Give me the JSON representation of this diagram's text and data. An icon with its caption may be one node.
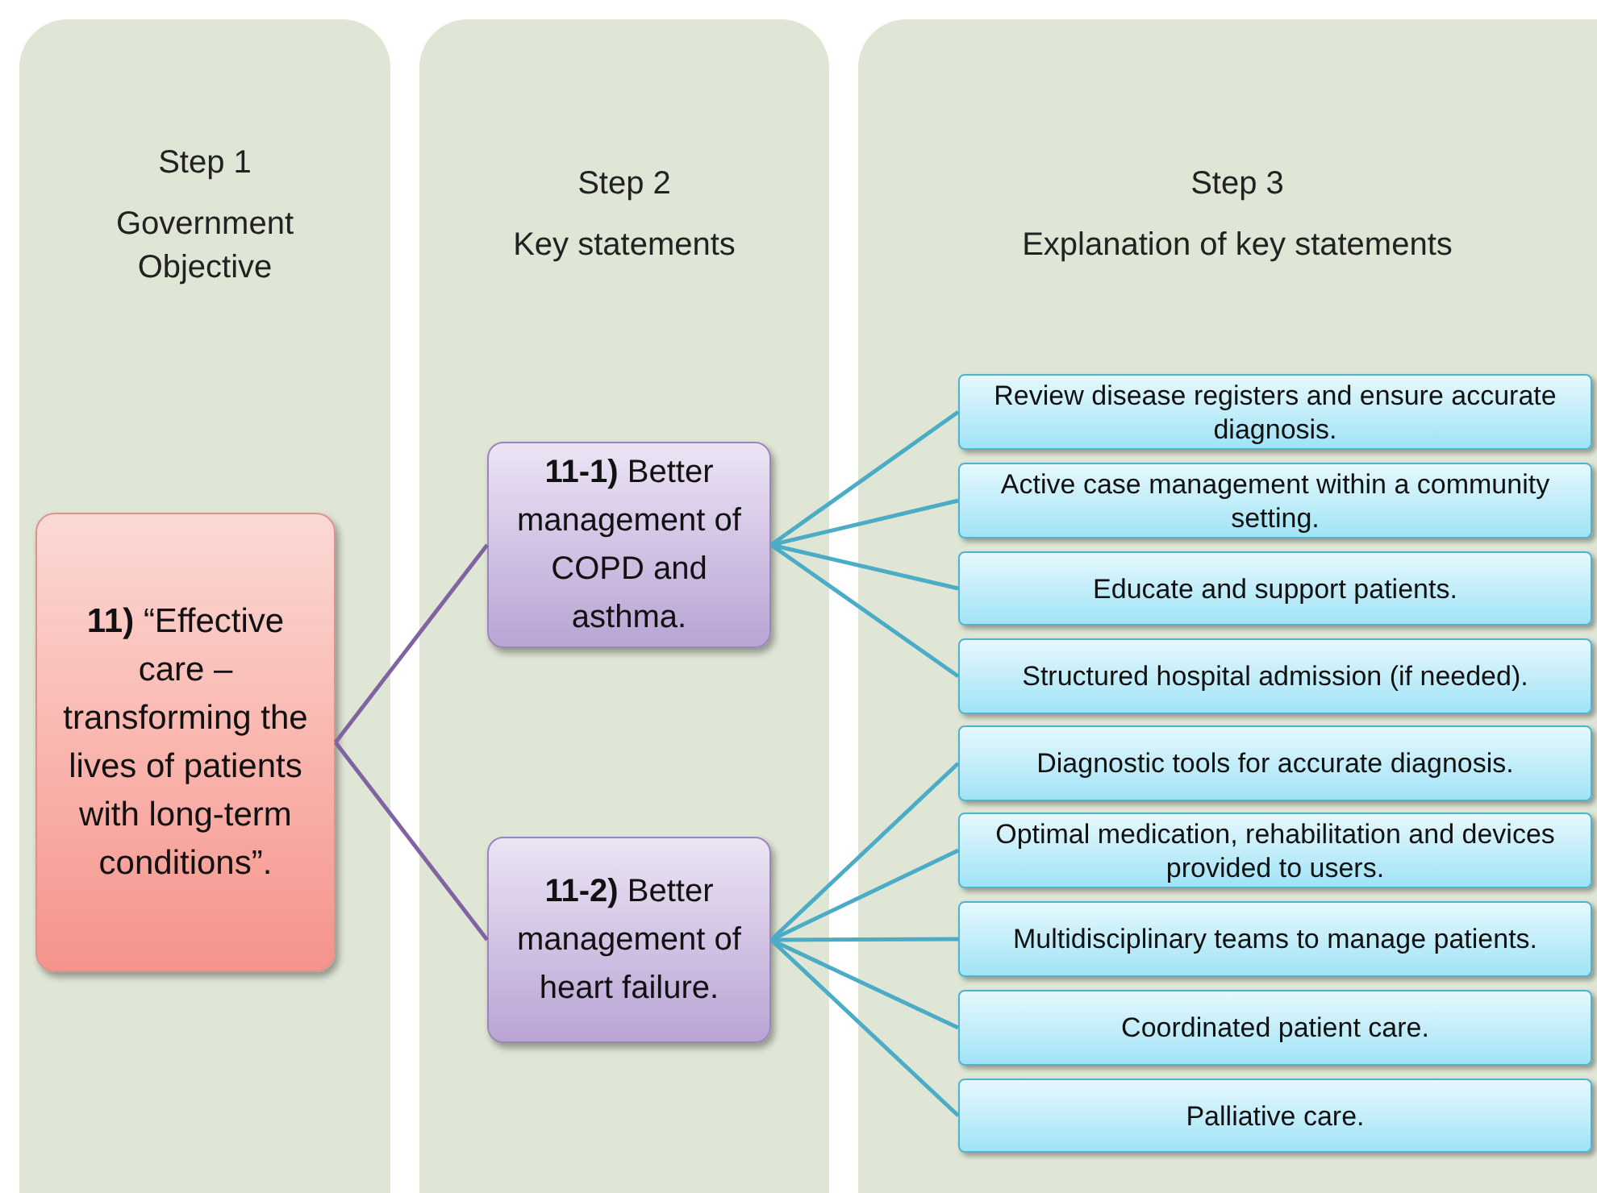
{
  "diagram": {
    "nodes": [
      {
        "text": [
          "Step 1",
          "Government Objective"
        ]
      },
      {
        "text": [
          "Step 2",
          "Key statements"
        ]
      },
      {
        "text": [
          "Step 3",
          "Explanation of key statements"
        ]
      },
      {
        "text": [
          "**11)** “Effective care – transforming the lives of patients with long-term conditions”."
        ],
        "in": 0
      },
      {
        "text": [
          "**11-1)** Better management of COPD and asthma."
        ],
        "in": 1
      },
      {
        "text": [
          "Review disease registers and ensure accurate diagnosis."
        ],
        "in": 2
      },
      {
        "text": [
          "Active case management within a community setting."
        ],
        "in": 2
      },
      {
        "text": [
          "Educate and support patients."
        ],
        "in": 2
      },
      {
        "text": [
          "Structured hospital admission (if needed)."
        ],
        "in": 2
      },
      {
        "text": [
          "**11-2)** Better management of heart failure."
        ],
        "in": 1
      },
      {
        "text": [
          "Diagnostic tools for accurate diagnosis."
        ],
        "in": 2
      },
      {
        "text": [
          "Optimal medication, rehabilitation and devices provided to users."
        ],
        "in": 2
      },
      {
        "text": [
          "Multidisciplinary teams to manage patients."
        ],
        "in": 2
      },
      {
        "text": [
          "Coordinated patient care."
        ],
        "in": 2
      },
      {
        "text": [
          "Palliative care."
        ],
        "in": 2
      }
    ],
    "edges": [
      {
        "from": 3,
        "to": 4,
        "arrow": "none",
        "color": "#8064a2"
      },
      {
        "from": 3,
        "to": 9,
        "arrow": "none",
        "color": "#8064a2"
      },
      {
        "from": 4,
        "to": 5,
        "arrow": "none"
      },
      {
        "from": 4,
        "to": 6,
        "arrow": "none"
      },
      {
        "from": 4,
        "to": 7,
        "arrow": "none"
      },
      {
        "from": 4,
        "to": 8,
        "arrow": "none"
      },
      {
        "from": 9,
        "to": 10,
        "arrow": "none"
      },
      {
        "from": 9,
        "to": 11,
        "arrow": "none"
      },
      {
        "from": 9,
        "to": 12,
        "arrow": "none"
      },
      {
        "from": 9,
        "to": 13,
        "arrow": "none"
      },
      {
        "from": 9,
        "to": 14,
        "arrow": "none"
      }
    ]
  }
}
